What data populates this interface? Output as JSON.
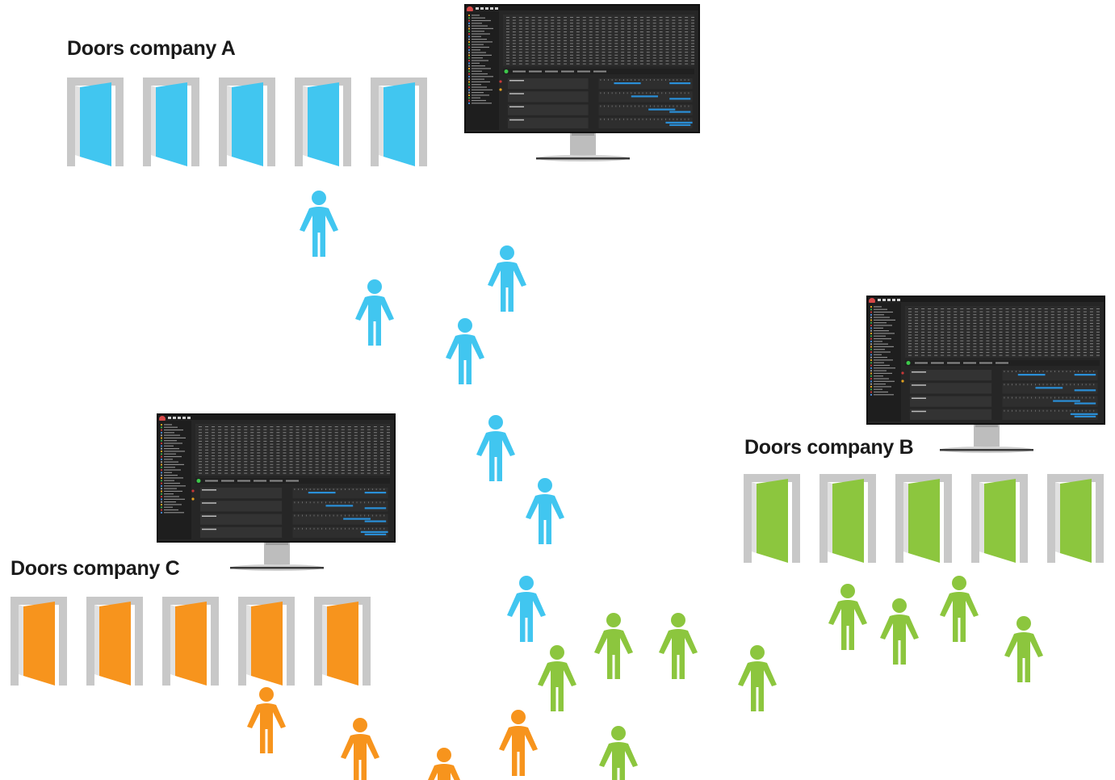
{
  "companies": [
    {
      "id": "A",
      "label": "Doors company A",
      "color": "#41c6f0",
      "door_count": 5
    },
    {
      "id": "B",
      "label": "Doors company B",
      "color": "#8cc63e",
      "door_count": 5
    },
    {
      "id": "C",
      "label": "Doors company C",
      "color": "#f7941d",
      "door_count": 5
    }
  ],
  "colors": {
    "door_frame": "#c8c8c8",
    "monitor_bezel": "#111111",
    "monitor_stand": "#bdbdbd",
    "screen_bg": "#262626",
    "screen_accent": "#2a8fd8"
  }
}
